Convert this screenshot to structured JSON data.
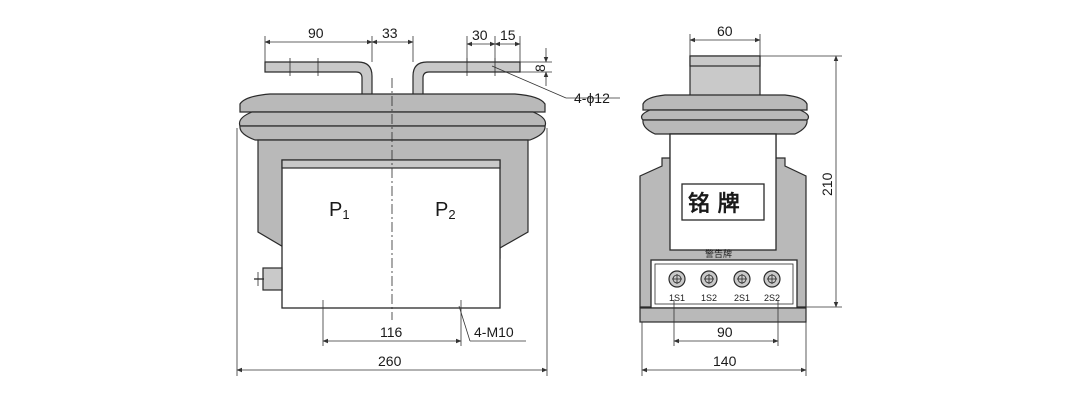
{
  "front_view": {
    "dims": {
      "d90": "90",
      "d33": "33",
      "d30": "30",
      "d15": "15",
      "d8": "8",
      "holes": "4-ϕ12",
      "d116": "116",
      "bolts": "4-M10",
      "d260": "260"
    },
    "terminals": {
      "p1": "P",
      "p1_sub": "1",
      "p2": "P",
      "p2_sub": "2"
    }
  },
  "side_view": {
    "dims": {
      "d60": "60",
      "d210": "210",
      "d90": "90",
      "d140": "140"
    },
    "nameplate": "铭  牌",
    "warning_plate": "警告牌",
    "secondary_terminals": [
      "1S1",
      "1S2",
      "2S1",
      "2S2"
    ]
  }
}
